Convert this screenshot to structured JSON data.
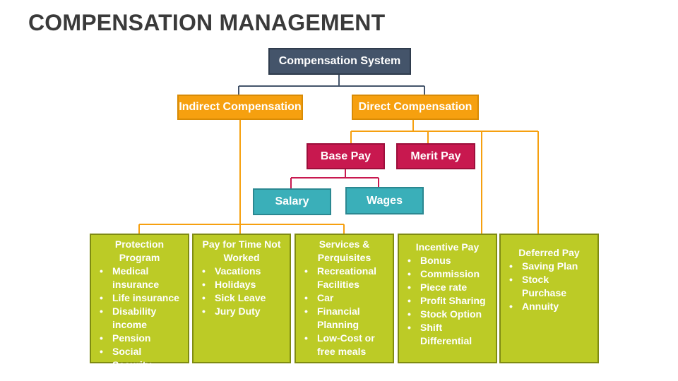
{
  "title": "COMPENSATION MANAGEMENT",
  "root": "Compensation System",
  "indirect": "Indirect Compensation",
  "direct": "Direct Compensation",
  "base_pay": "Base Pay",
  "merit_pay": "Merit Pay",
  "salary": "Salary",
  "wages": "Wages",
  "cards": [
    {
      "title": "Protection Program",
      "items": [
        "Medical insurance",
        "Life insurance",
        "Disability income",
        "Pension",
        "Social Security"
      ]
    },
    {
      "title": "Pay for Time Not Worked",
      "items": [
        "Vacations",
        "Holidays",
        "Sick Leave",
        "Jury Duty"
      ]
    },
    {
      "title": "Services  & Perquisites",
      "items": [
        "Recreational Facilities",
        "Car",
        "Financial Planning",
        "Low-Cost or free meals"
      ]
    },
    {
      "title": "Incentive Pay",
      "items": [
        "Bonus",
        "Commission",
        "Piece rate",
        "Profit Sharing",
        "Stock Option",
        " Shift Differential"
      ]
    },
    {
      "title": "Deferred Pay",
      "items": [
        "Saving Plan",
        "Stock Purchase",
        "Annuity"
      ]
    }
  ],
  "colors": {
    "root": "#44546a",
    "orange": "#f6a00f",
    "magenta": "#c8184f",
    "teal": "#3aafb9",
    "green": "#bccb26",
    "root_line": "#44546a"
  }
}
